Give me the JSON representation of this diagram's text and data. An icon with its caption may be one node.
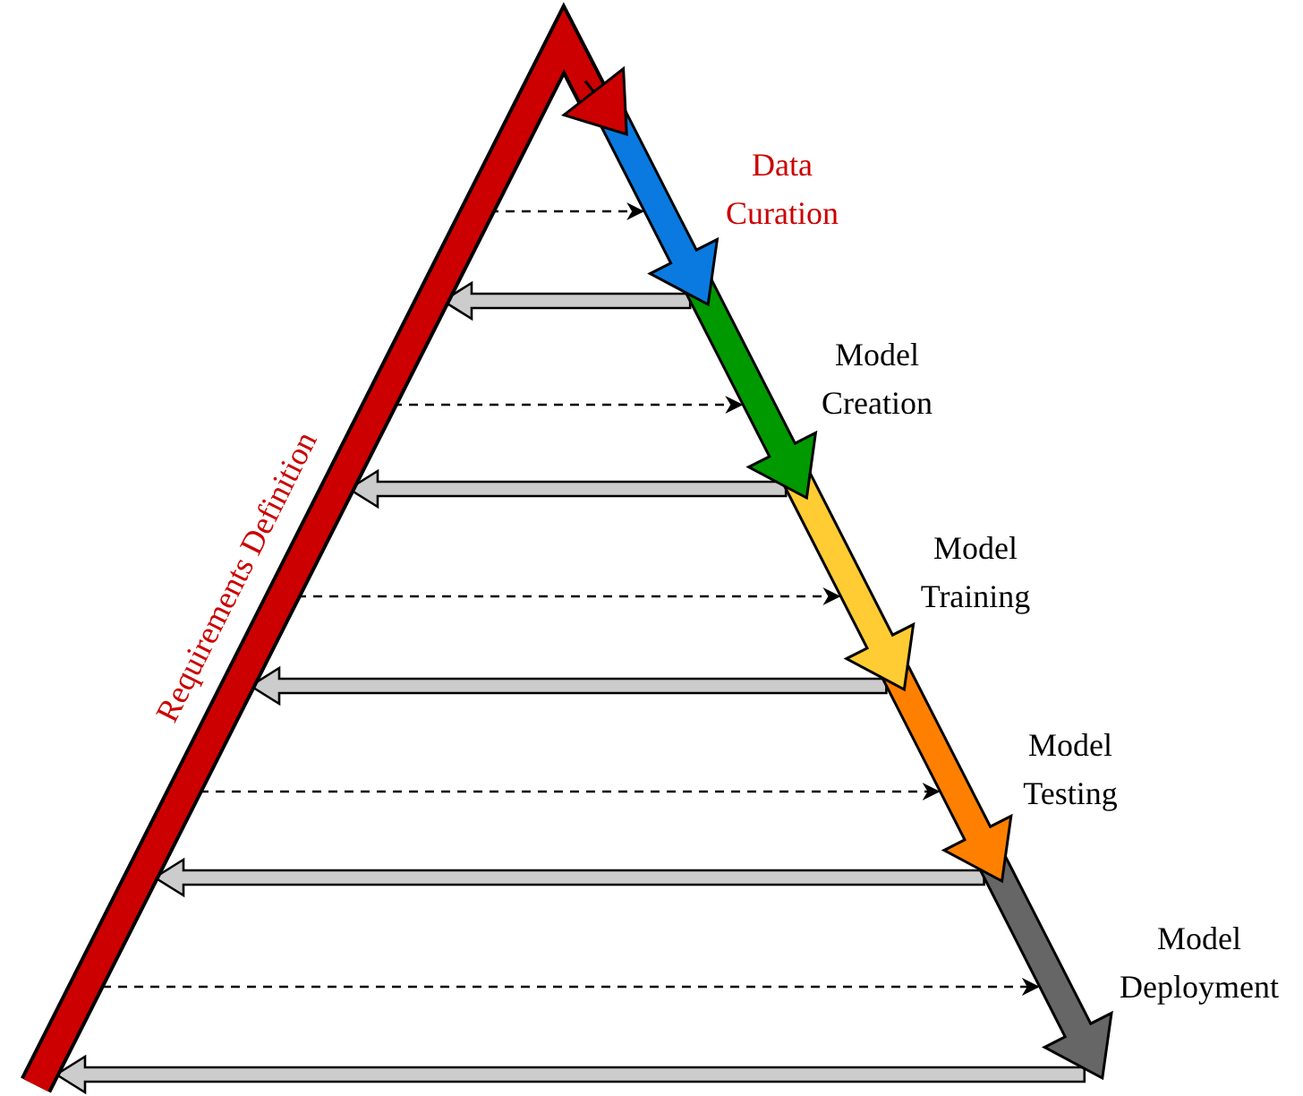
{
  "diagram": {
    "nodes": [
      {
        "text": [
          "Requirements Definition"
        ]
      },
      {
        "text": [
          "Data Curation"
        ]
      },
      {
        "text": [
          "Model Creation"
        ]
      },
      {
        "text": [
          "Model Training"
        ]
      },
      {
        "text": [
          "Model Testing"
        ]
      },
      {
        "text": [
          "Model Deployment"
        ]
      }
    ],
    "edges": [
      {
        "from": 0,
        "to": 1,
        "arrow": "to",
        "style": "dashed"
      },
      {
        "from": 1,
        "to": 0,
        "arrow": "to",
        "style": "thick",
        "color": "#cccccc"
      },
      {
        "from": 0,
        "to": 2,
        "arrow": "to",
        "style": "dashed"
      },
      {
        "from": 2,
        "to": 0,
        "arrow": "to",
        "style": "thick",
        "color": "#cccccc"
      },
      {
        "from": 0,
        "to": 3,
        "arrow": "to",
        "style": "dashed"
      },
      {
        "from": 3,
        "to": 0,
        "arrow": "to",
        "style": "thick",
        "color": "#cccccc"
      },
      {
        "from": 0,
        "to": 4,
        "arrow": "to",
        "style": "dashed"
      },
      {
        "from": 4,
        "to": 0,
        "arrow": "to",
        "style": "thick",
        "color": "#cccccc"
      },
      {
        "from": 0,
        "to": 5,
        "arrow": "to",
        "style": "dashed"
      },
      {
        "from": 5,
        "to": 0,
        "arrow": "to",
        "style": "thick",
        "color": "#cccccc"
      }
    ]
  }
}
